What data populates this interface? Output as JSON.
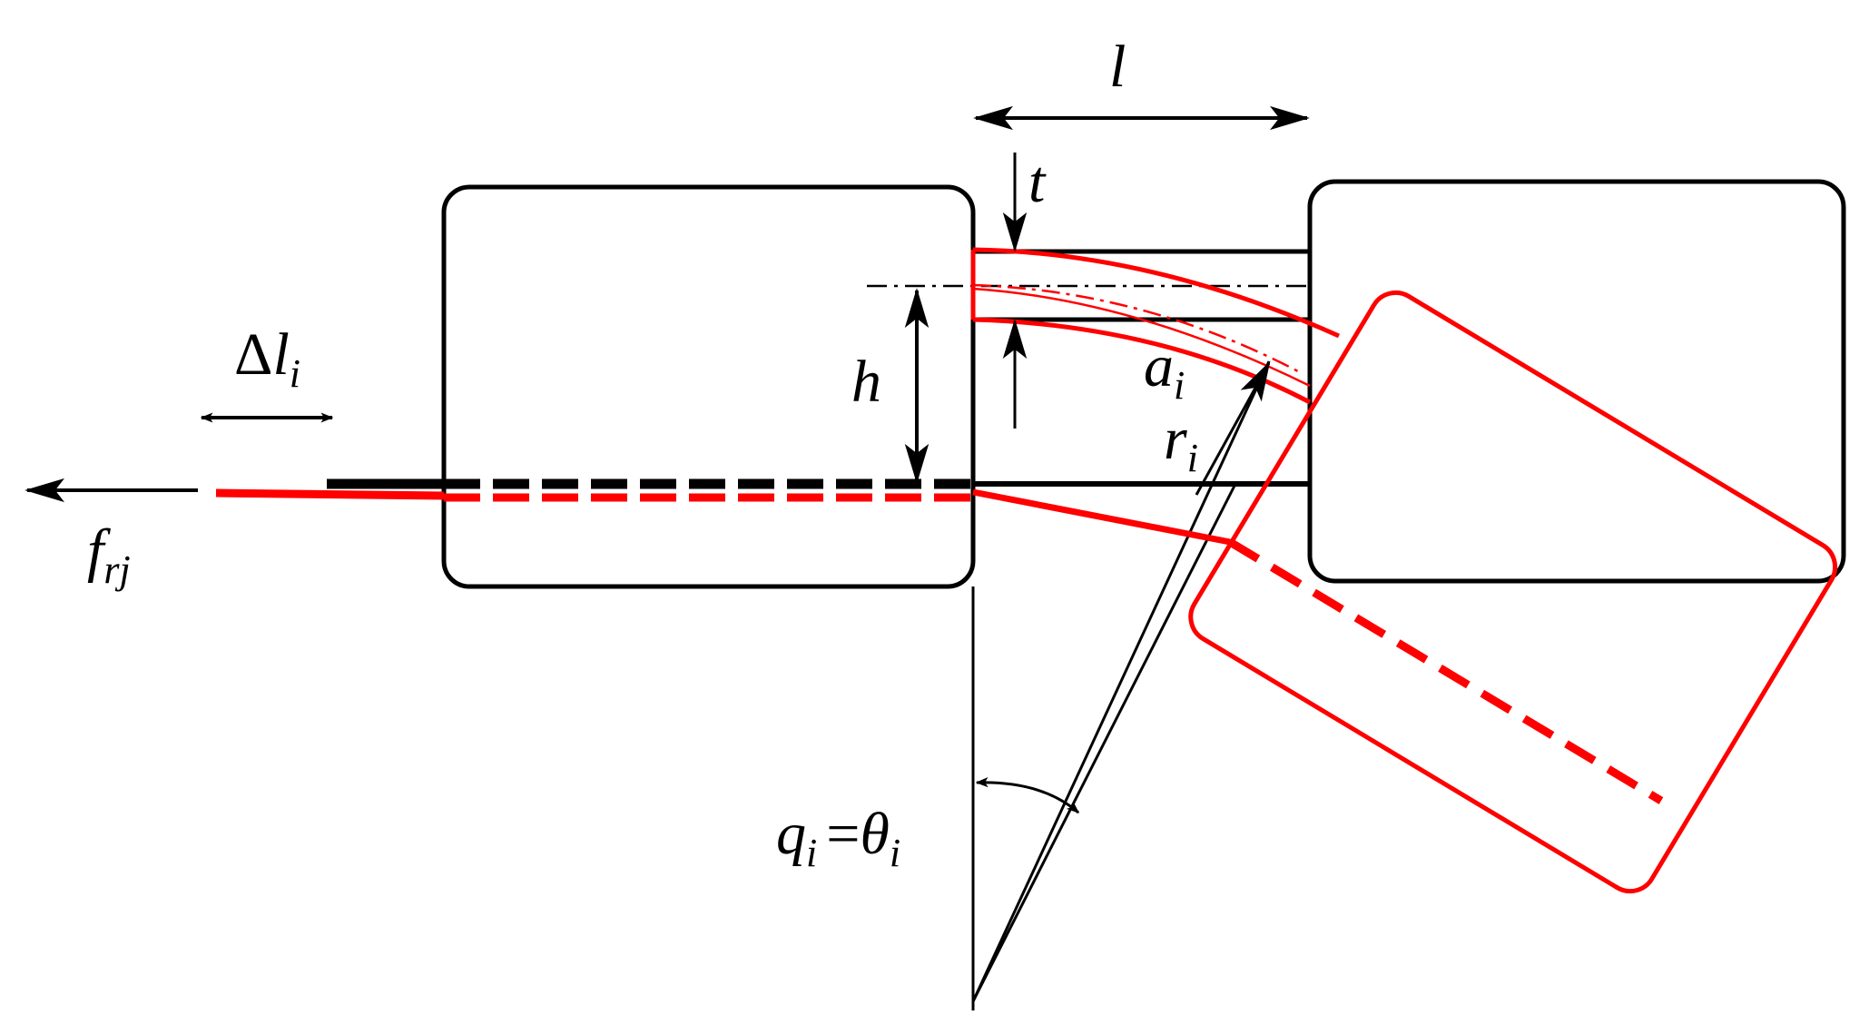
{
  "labels": {
    "l": "l",
    "t": "t",
    "h": "h",
    "a_base": "a",
    "a_sub": "i",
    "r_base": "r",
    "r_sub": "i",
    "delta": "Δ",
    "delta_l_base": "l",
    "delta_l_sub": "i",
    "f_base": "f",
    "f_sub": "rj",
    "q_base": "q",
    "q_sub": "i",
    "equals": "=",
    "theta_base": "θ",
    "theta_sub": "i"
  },
  "colors": {
    "ink": "#000000",
    "deflected": "#ff0000",
    "background": "#ffffff"
  },
  "rotation": {
    "deflected_link_angle_deg": 31
  }
}
